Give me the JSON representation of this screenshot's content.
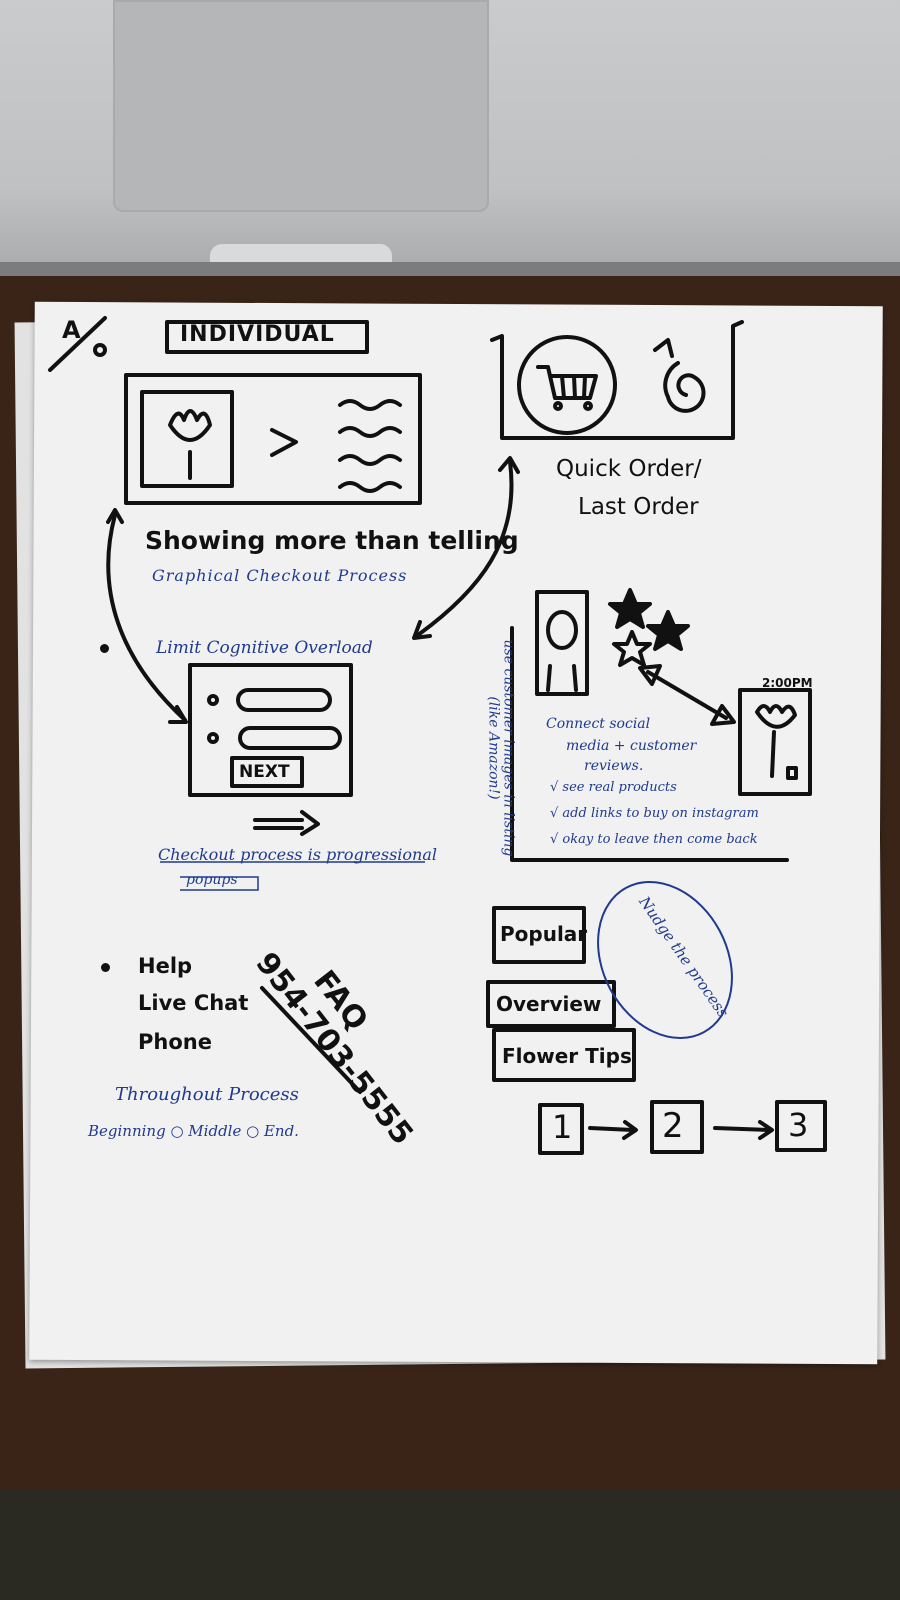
{
  "page_marker": "A",
  "title": "INDIVIDUAL",
  "section_showing": {
    "heading": "Showing more than telling",
    "subtitle": "Graphical Checkout Process"
  },
  "section_quick_order": {
    "label_line1": "Quick Order/",
    "label_line2": "Last Order"
  },
  "section_cognitive": {
    "heading": "Limit Cognitive Overload",
    "next_button": "NEXT",
    "note_line1": "Checkout process is progressional",
    "note_line2": "popups"
  },
  "section_social": {
    "vertical_note_line1": "use customer images in listing",
    "vertical_note_line2": "(like Amazon!)",
    "time_label": "2:00PM",
    "heading_line1": "Connect social",
    "heading_line2": "media + customer",
    "heading_line3": "reviews.",
    "items": [
      "√ see real products",
      "√ add links to buy on instagram",
      "√ okay to leave then come back"
    ]
  },
  "section_help": {
    "items": [
      "Help",
      "Live Chat",
      "Phone"
    ],
    "faq": "FAQ",
    "phone_number": "954-703-5555",
    "note_line1": "Throughout Process",
    "note_line2": "Beginning ○ Middle ○ End."
  },
  "section_tabs": {
    "tabs": [
      "Popular",
      "Overview",
      "Flower Tips"
    ],
    "oval_note": "Nudge the process",
    "steps": [
      "1",
      "2",
      "3"
    ]
  },
  "colors": {
    "ink": "#111111",
    "blue_pen": "#1f3a8f",
    "paper": "#f1f1f1",
    "desk": "#3a2418"
  }
}
